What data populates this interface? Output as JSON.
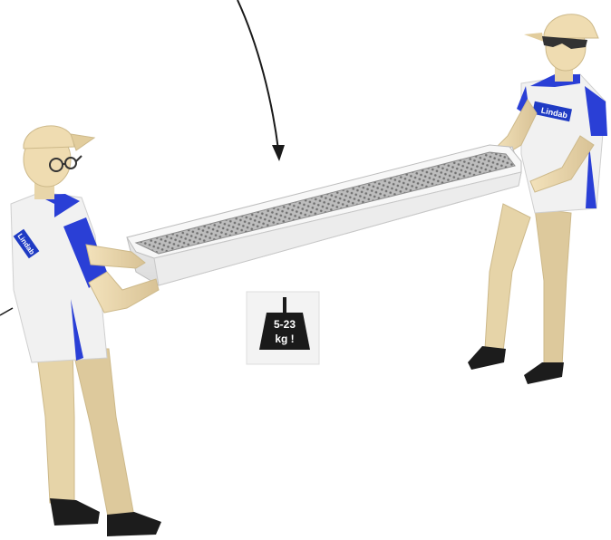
{
  "illustration": {
    "weight_sign": {
      "line1": "5-23",
      "line2": "kg !"
    },
    "shirt_logo_left": "Lindab",
    "shirt_logo_right": "Lindab",
    "colors": {
      "skin": "#efdcb1",
      "skin_shadow": "#d9c397",
      "shirt": "#f2f2f2",
      "shirt_accent": "#2a3fd6",
      "trousers": "#e8d7ac",
      "shoes": "#1c1c1c",
      "unit_body": "#f4f4f4",
      "mesh": "#8d8d8d",
      "sign_bg": "#1a1a1a"
    }
  }
}
